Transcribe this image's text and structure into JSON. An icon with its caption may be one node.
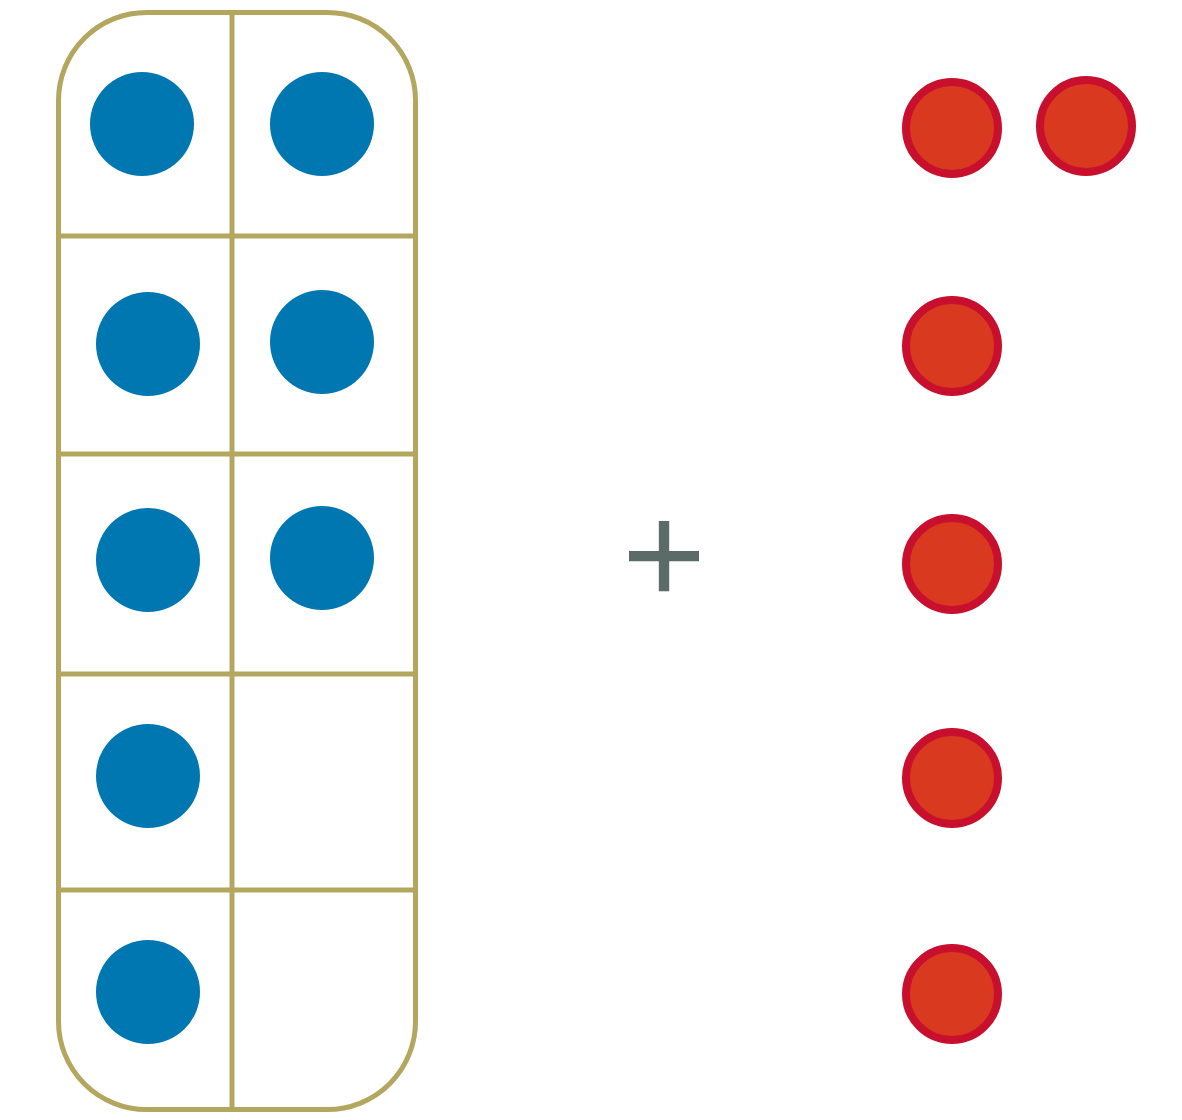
{
  "diagram": {
    "nodes": [
      {
        "text": [],
        "shape": "box"
      },
      {
        "text": [],
        "shape": "circle",
        "in": 0
      },
      {
        "text": [],
        "shape": "circle",
        "in": 0
      },
      {
        "text": [],
        "shape": "circle",
        "in": 0
      },
      {
        "text": [],
        "shape": "circle",
        "in": 0
      },
      {
        "text": [],
        "shape": "circle",
        "in": 0
      },
      {
        "text": [],
        "shape": "circle",
        "in": 0
      },
      {
        "text": [],
        "shape": "circle",
        "in": 0
      },
      {
        "text": [],
        "shape": "circle",
        "in": 0
      },
      {
        "text": [],
        "shape": "circle"
      },
      {
        "text": [],
        "shape": "circle"
      },
      {
        "text": [],
        "shape": "circle"
      },
      {
        "text": [],
        "shape": "circle"
      },
      {
        "text": [],
        "shape": "circle"
      },
      {
        "text": [],
        "shape": "circle"
      }
    ],
    "labels": [
      "+"
    ]
  }
}
